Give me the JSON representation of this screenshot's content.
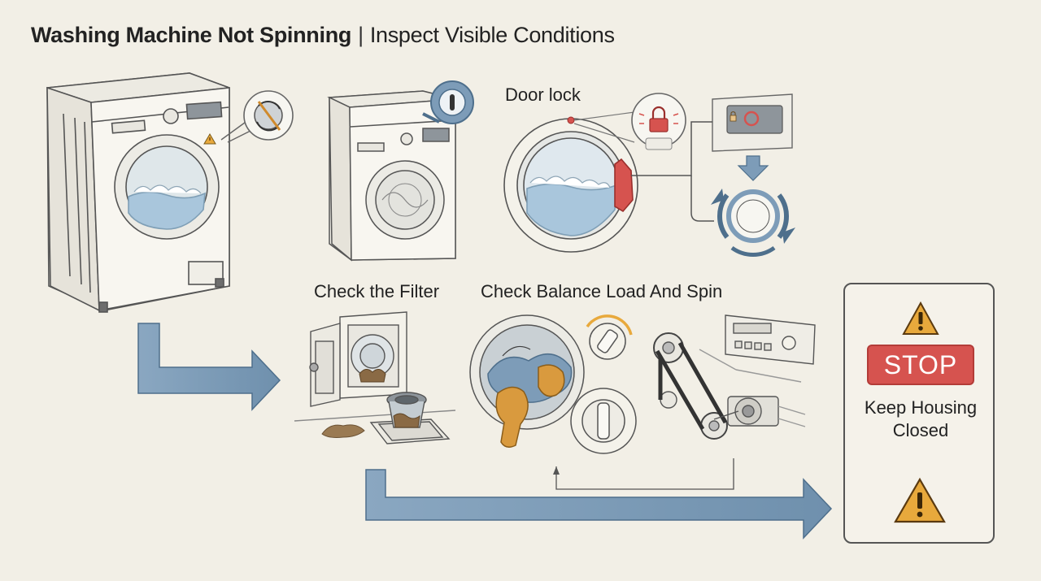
{
  "header": {
    "title": "Washing Machine Not Spinning",
    "separator": "|",
    "subtitle": "Inspect Visible Conditions"
  },
  "steps": {
    "door_lock": "Door lock",
    "filter": "Check the Filter",
    "balance": "Check Balance Load And Spin"
  },
  "stop_panel": {
    "badge": "STOP",
    "message_line1": "Keep Housing",
    "message_line2": "Closed"
  },
  "colors": {
    "background": "#f2efe6",
    "arrow_blue": "#7d9cb8",
    "stop_red": "#d6534f",
    "warning_orange": "#e8a93c",
    "water_blue": "#a9c6dc",
    "cloth_orange": "#d99a3e"
  },
  "icons": [
    "spin-cycle-icon",
    "info-icon",
    "padlock-icon",
    "warning-triangle-icon",
    "rotate-arrows-icon"
  ]
}
